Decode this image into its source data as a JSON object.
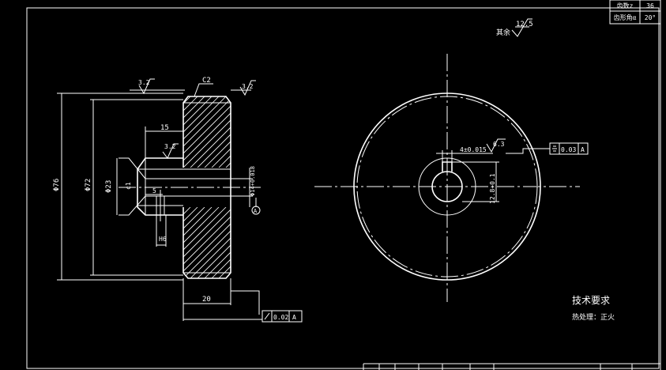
{
  "title_block": {
    "teeth_label": "齿数z",
    "teeth_value": "36",
    "pressure_label": "齿形角α",
    "pressure_value": "20°"
  },
  "surface_note": {
    "text": "其余",
    "roughness": "12.5"
  },
  "left_view": {
    "chamfer": "C2",
    "roughness_1": "3.2",
    "roughness_2": "3.2",
    "roughness_3": "3.2",
    "dim_15": "15",
    "dim_5": "5",
    "dim_h6": "H6",
    "dim_c1": "c1",
    "dim_bore": "Φ14+0.018",
    "dim_d1": "Φ76",
    "dim_d2": "Φ72",
    "dim_d3": "Φ23",
    "dim_20": "20",
    "datum": "A",
    "runout_tol": "0.02",
    "runout_datum": "A"
  },
  "right_view": {
    "keyway_width": "4±0.015",
    "keyway_depth": "12.8+0.1",
    "roughness": "6.3",
    "sym_tol": "0.03",
    "sym_datum": "A"
  },
  "tech": {
    "title": "技术要求",
    "line1": "热处理：正火"
  }
}
